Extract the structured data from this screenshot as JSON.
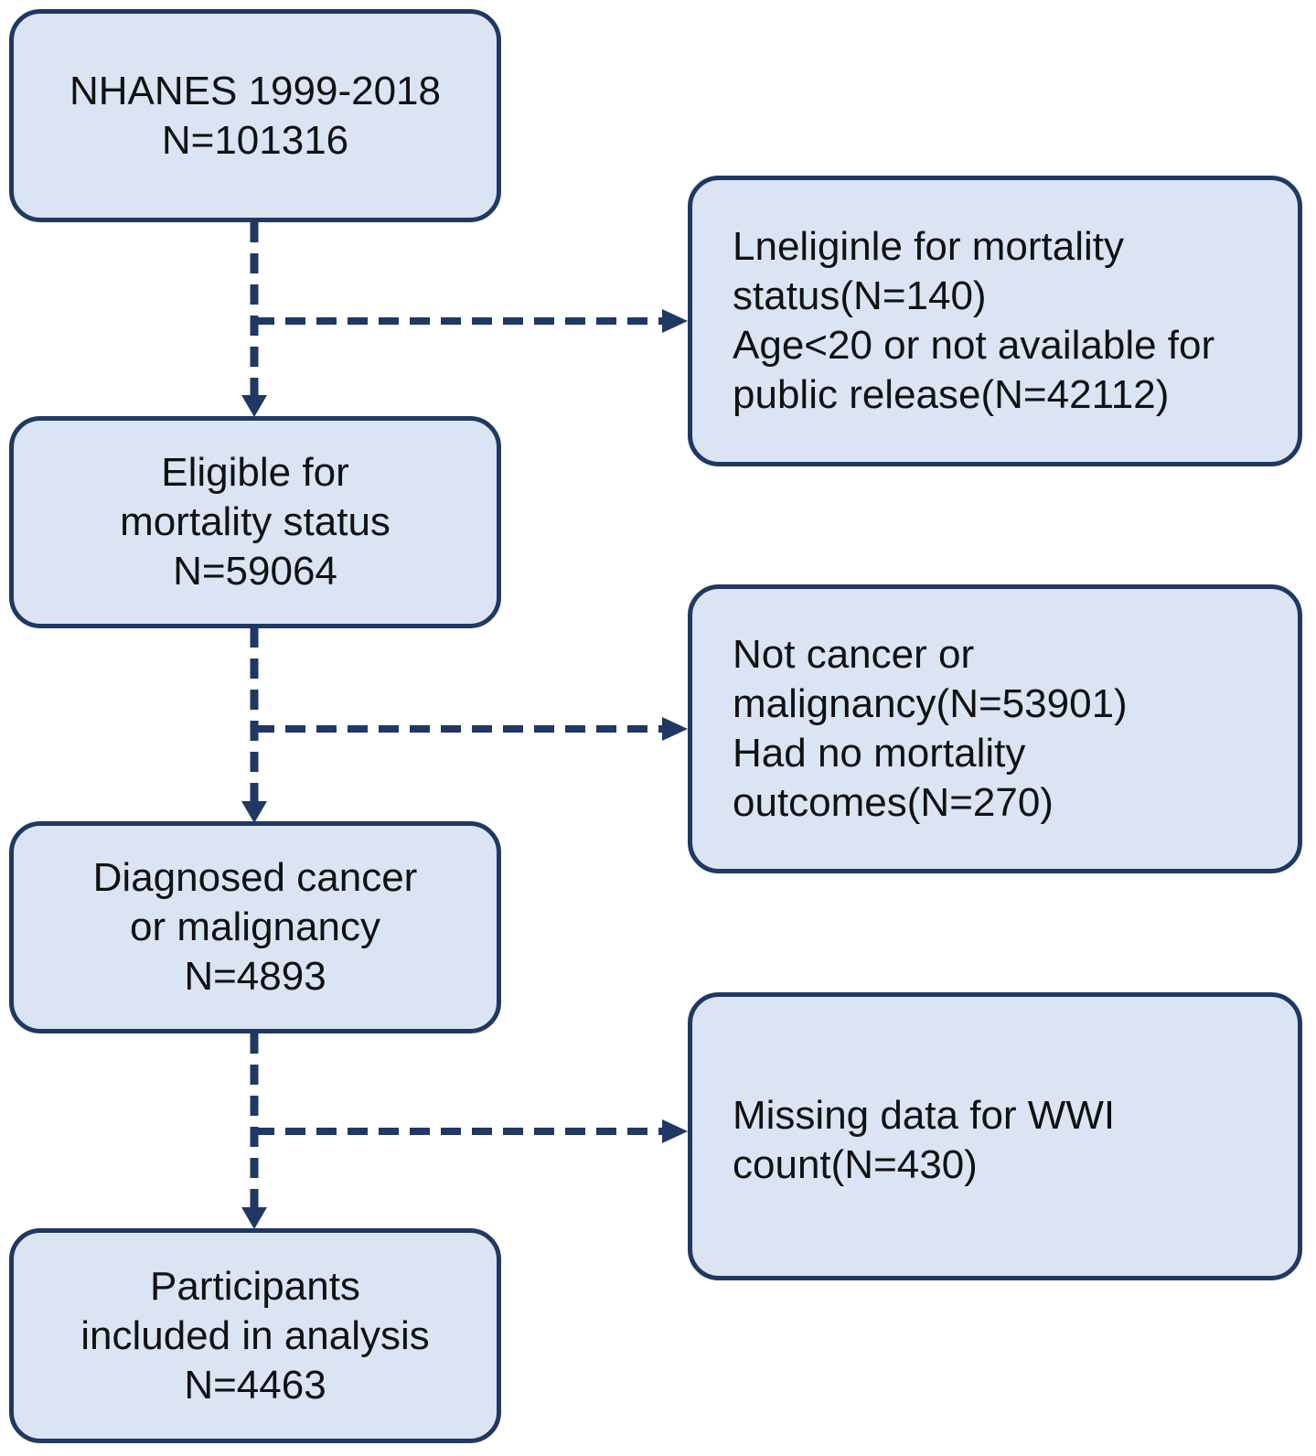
{
  "main_boxes": [
    {
      "lines": [
        "NHANES 1999-2018",
        "N=101316"
      ]
    },
    {
      "lines": [
        "Eligible for",
        "mortality status",
        "N=59064"
      ]
    },
    {
      "lines": [
        "Diagnosed cancer",
        "or malignancy",
        "N=4893"
      ]
    },
    {
      "lines": [
        "Participants",
        "included in analysis",
        "N=4463"
      ]
    }
  ],
  "exclusion_boxes": [
    {
      "lines": [
        "Lneliginle for mortality",
        "status(N=140)",
        "Age<20 or not available for",
        "public release(N=42112)"
      ]
    },
    {
      "lines": [
        "Not cancer or",
        "malignancy(N=53901)",
        "Had no mortality",
        "outcomes(N=270)"
      ]
    },
    {
      "lines": [
        "Missing data for WWI",
        "count(N=430)"
      ]
    }
  ],
  "colors": {
    "box_fill": "#dbe4f3",
    "border": "#1f3864",
    "connector": "#1f3864",
    "text": "#111111"
  }
}
